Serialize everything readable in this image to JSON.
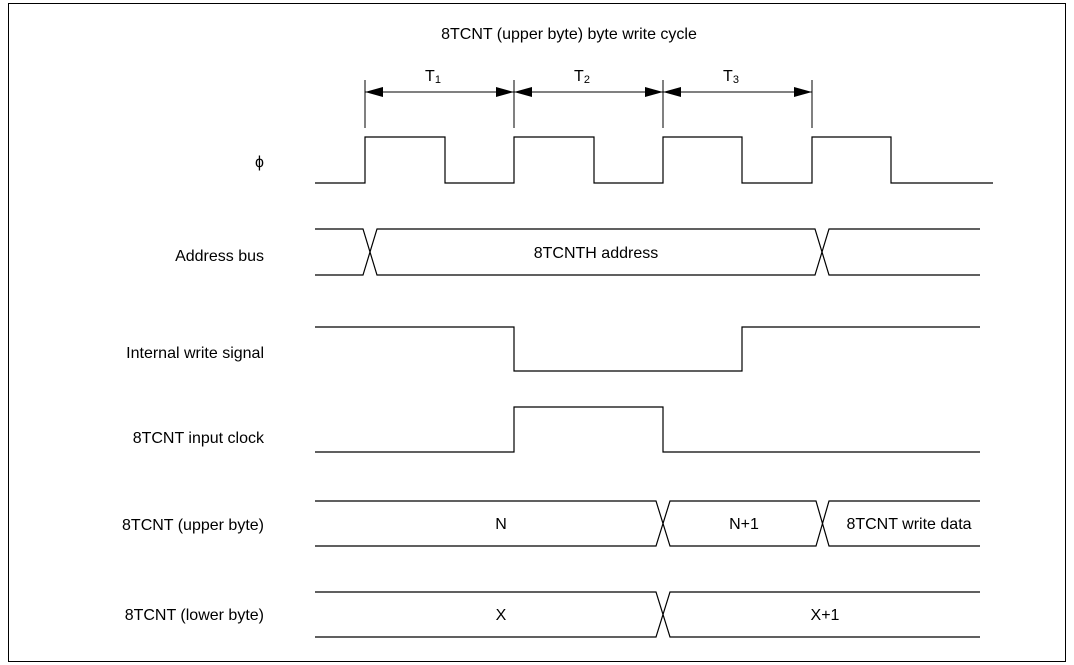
{
  "title": "8TCNT (upper byte) byte write cycle",
  "states": [
    {
      "label": "T",
      "sub": "1"
    },
    {
      "label": "T",
      "sub": "2"
    },
    {
      "label": "T",
      "sub": "3"
    }
  ],
  "signals": {
    "phi": "ϕ",
    "address_bus": "Address bus",
    "internal_write": "Internal write signal",
    "input_clock": "8TCNT input clock",
    "upper_byte": "8TCNT (upper byte)",
    "lower_byte": "8TCNT (lower byte)"
  },
  "values": {
    "address": "8TCNTH address",
    "upper_n": "N",
    "upper_n1": "N+1",
    "upper_write": "8TCNT write data",
    "lower_x": "X",
    "lower_x1": "X+1"
  }
}
